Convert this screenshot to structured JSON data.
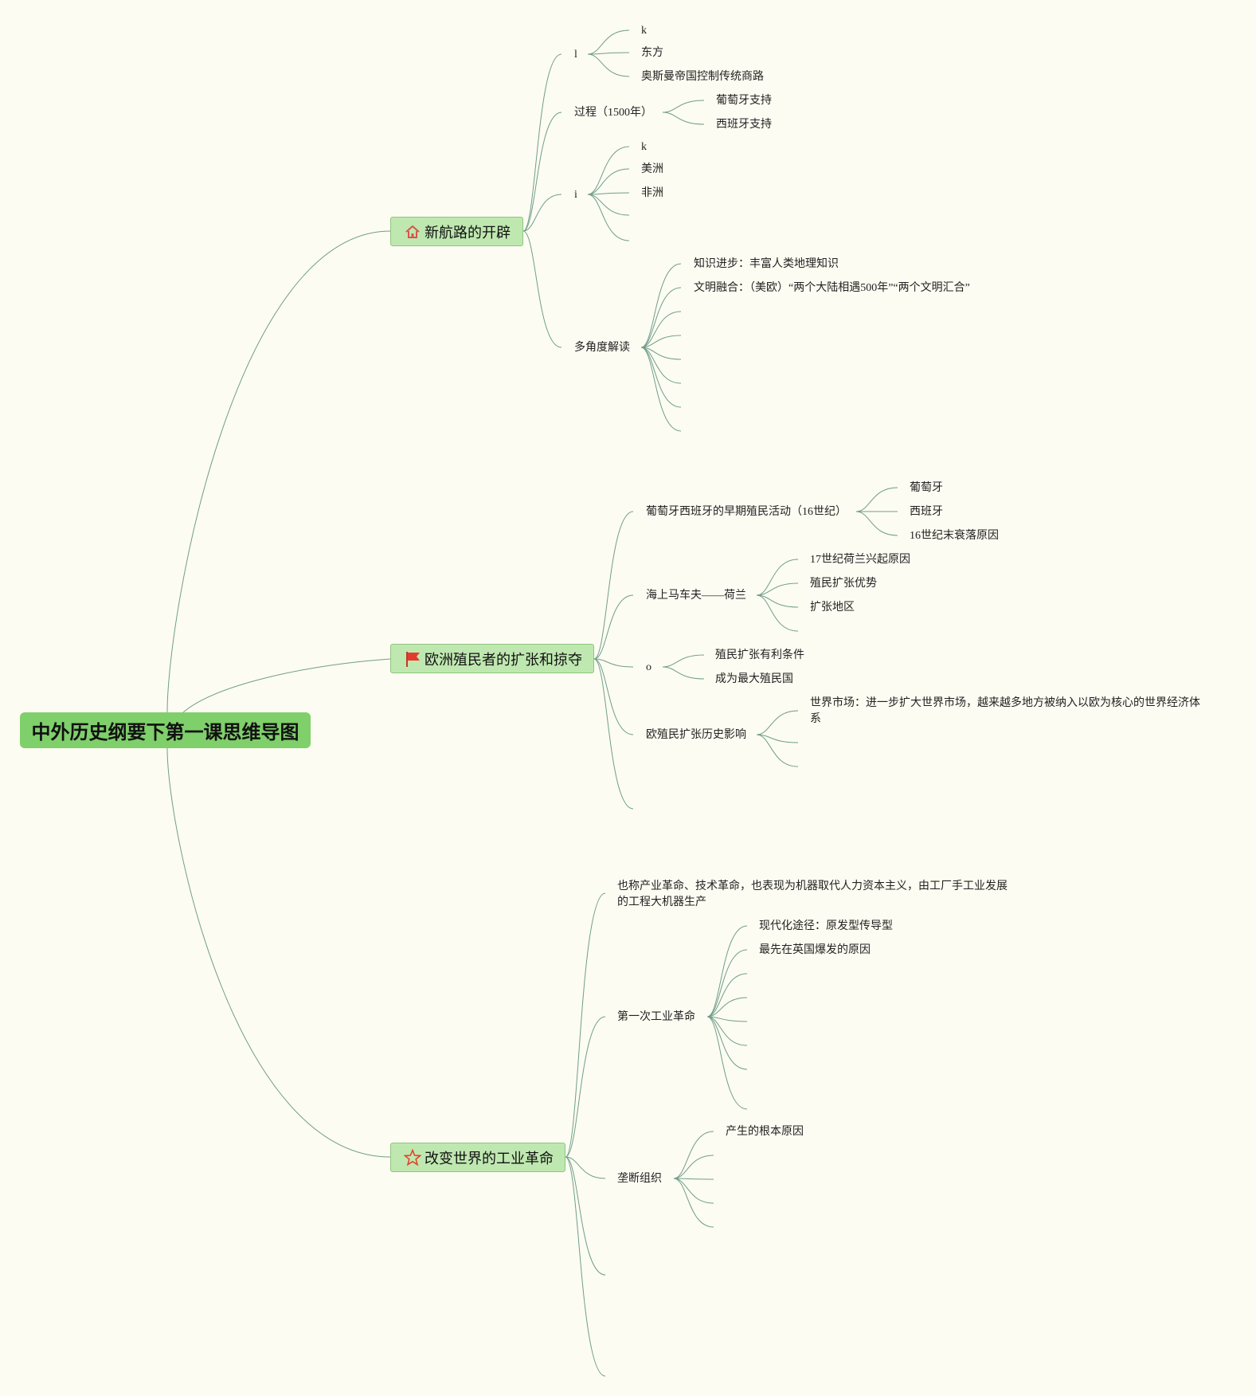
{
  "root": {
    "label": "中外历史纲要下第一课思维导图"
  },
  "colors": {
    "background": "#fdfcf2",
    "root": "#7fcf6b",
    "main_fill": "#bfe8b0",
    "line": "#6f9e8a"
  },
  "branch1": {
    "label": "新航路的开辟",
    "icon": "house-icon",
    "sub1": {
      "label": "l",
      "children": [
        "k",
        "东方",
        "奥斯曼帝国控制传统商路"
      ]
    },
    "sub2": {
      "label": "过程（1500年）",
      "children": [
        "葡萄牙支持",
        "西班牙支持"
      ]
    },
    "sub3": {
      "label": "i",
      "children": [
        "k",
        "美洲",
        "非洲"
      ]
    },
    "sub4": {
      "label": "多角度解读",
      "children": [
        "知识进步：丰富人类地理知识",
        "文明融合：（美欧）“两个大陆相遇500年”“两个文明汇合”"
      ]
    }
  },
  "branch2": {
    "label": "欧洲殖民者的扩张和掠夺",
    "icon": "flag-icon",
    "sub1": {
      "label": "葡萄牙西班牙的早期殖民活动（16世纪）",
      "children": [
        "葡萄牙",
        "西班牙",
        "16世纪末衰落原因"
      ]
    },
    "sub2": {
      "label": "海上马车夫——荷兰",
      "children": [
        "17世纪荷兰兴起原因",
        "殖民扩张优势",
        "扩张地区"
      ]
    },
    "sub3": {
      "label": "o",
      "children": [
        "殖民扩张有利条件",
        "成为最大殖民国"
      ]
    },
    "sub4": {
      "label": "欧殖民扩张历史影响",
      "children": [
        "世界市场：进一步扩大世界市场，越来越多地方被纳入以欧为核心的世界经济体系"
      ]
    }
  },
  "branch3": {
    "label": "改变世界的工业革命",
    "icon": "star-icon",
    "sub1": {
      "label": "也称产业革命、技术革命，也表现为机器取代人力资本主义，由工厂手工业发展的工程大机器生产"
    },
    "sub2": {
      "label": "第一次工业革命",
      "children": [
        "现代化途径：原发型传导型",
        "最先在英国爆发的原因"
      ]
    },
    "sub3": {
      "label": "垄断组织",
      "children": [
        "产生的根本原因"
      ]
    }
  }
}
